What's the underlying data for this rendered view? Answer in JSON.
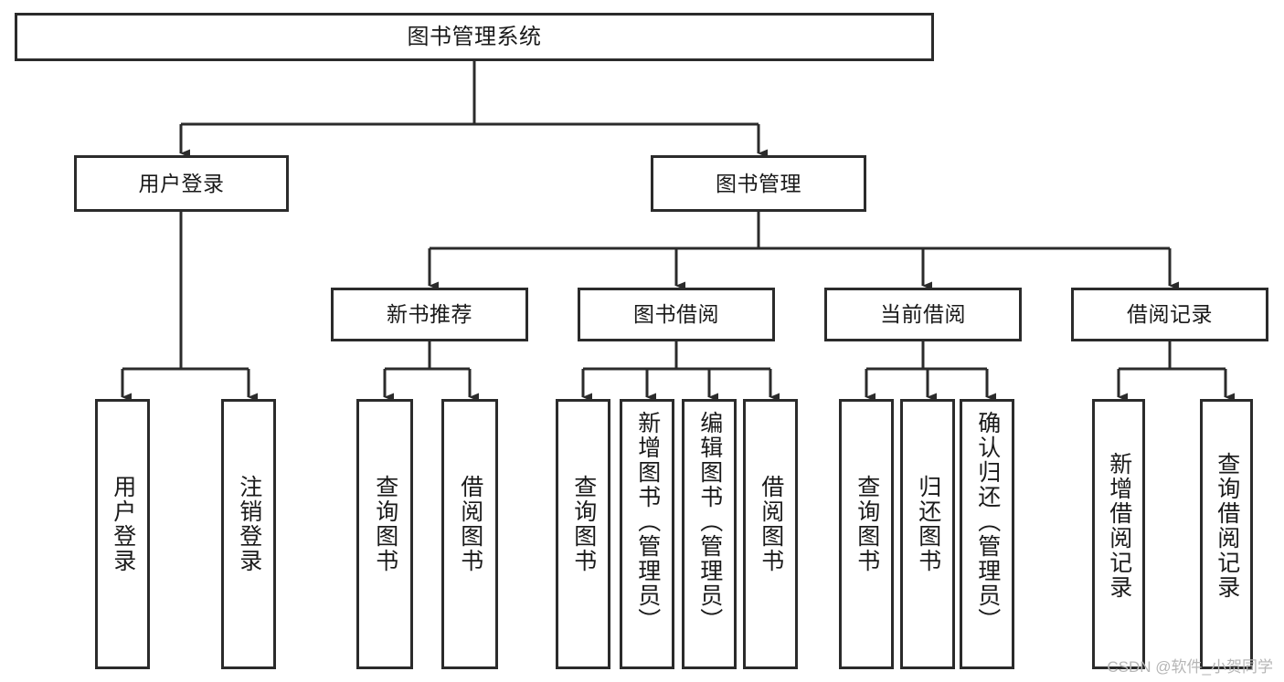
{
  "diagram": {
    "type": "tree",
    "title": "图书管理系统",
    "watermark": "CSDN @软件_小贺同学",
    "colors": {
      "border": "#2b2b2b",
      "background": "#ffffff",
      "text": "#1a1a1a",
      "watermark": "#b6b6b6"
    },
    "root": {
      "label": "图书管理系统"
    },
    "level2": [
      {
        "label": "用户登录"
      },
      {
        "label": "图书管理"
      }
    ],
    "level3": [
      {
        "label": "新书推荐"
      },
      {
        "label": "图书借阅"
      },
      {
        "label": "当前借阅"
      },
      {
        "label": "借阅记录"
      }
    ],
    "leaves": {
      "user_login": [
        {
          "label": "用户登录"
        },
        {
          "label": "注销登录"
        }
      ],
      "new_book_recommend": [
        {
          "label": "查询图书"
        },
        {
          "label": "借阅图书"
        }
      ],
      "book_borrow": [
        {
          "label": "查询图书"
        },
        {
          "label": "新增图书（管理员）"
        },
        {
          "label": "编辑图书（管理员）"
        },
        {
          "label": "借阅图书"
        }
      ],
      "current_borrow": [
        {
          "label": "查询图书"
        },
        {
          "label": "归还图书"
        },
        {
          "label": "确认归还（管理员）"
        }
      ],
      "borrow_record": [
        {
          "label": "新增借阅记录"
        },
        {
          "label": "查询借阅记录"
        }
      ]
    }
  }
}
